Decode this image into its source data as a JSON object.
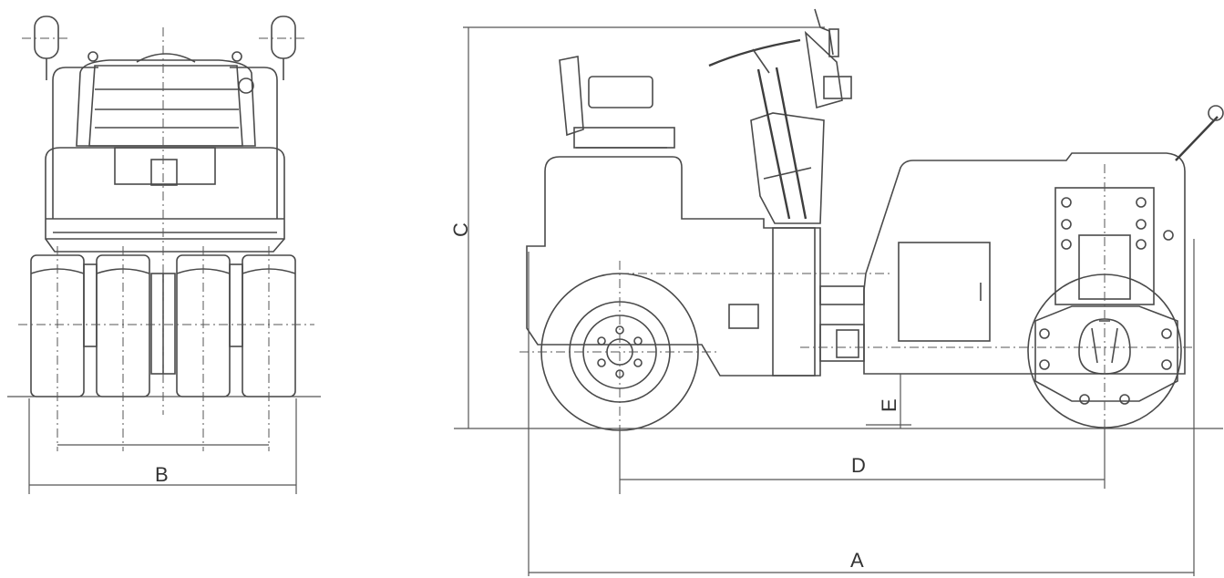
{
  "dimension_labels": {
    "A": "A",
    "B": "B",
    "C": "C",
    "D": "D",
    "E": "E"
  },
  "colors": {
    "line": "#4a4a4a",
    "body_fill": "#dde9f3",
    "tire_fill": "#c9c9c9",
    "background": "#ffffff"
  }
}
